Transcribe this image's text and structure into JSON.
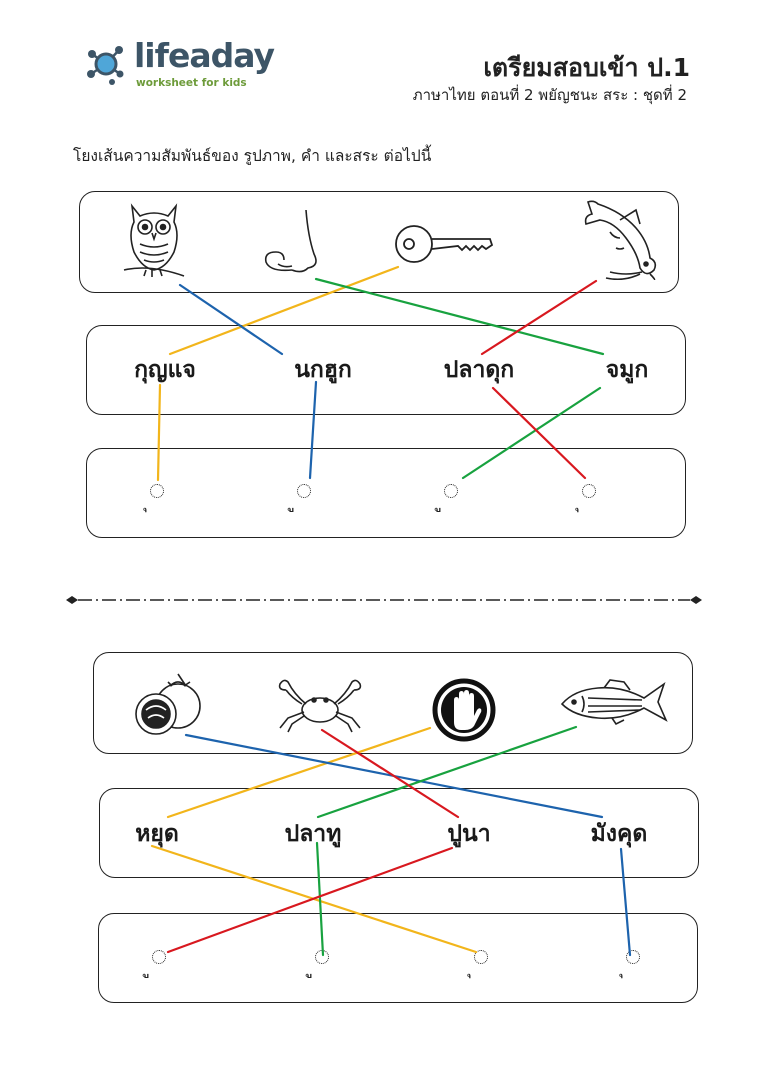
{
  "brand": {
    "logo_word_a": "lifea",
    "logo_word_b": "day",
    "tagline": "worksheet for kids"
  },
  "header": {
    "title": "เตรียมสอบเข้า ป.1",
    "subtitle": "ภาษาไทย ตอนที่ 2 พยัญชนะ สระ : ชุดที่ 2"
  },
  "instruction": "โยงเส้นความสัมพันธ์ของ รูปภาพ, คำ และสระ ต่อไปนี้",
  "colors": {
    "yellow": "#f2b51b",
    "blue": "#1d63ad",
    "green": "#18a23f",
    "red": "#d8181f"
  },
  "sections": [
    {
      "pictures": [
        {
          "icon": "owl-icon"
        },
        {
          "icon": "nose-icon"
        },
        {
          "icon": "key-icon"
        },
        {
          "icon": "catfish-icon"
        }
      ],
      "words": [
        "กุญแจ",
        "นกฮูก",
        "ปลาดุก",
        "จมูก"
      ],
      "vowels": [
        "ุ",
        "ู",
        "ู",
        "ุ"
      ],
      "links": [
        {
          "color": "yellow",
          "picture": 2,
          "word": 0,
          "vowel": 0
        },
        {
          "color": "blue",
          "picture": 0,
          "word": 1,
          "vowel": 1
        },
        {
          "color": "green",
          "picture": 1,
          "word": 3,
          "vowel": 2
        },
        {
          "color": "red",
          "picture": 3,
          "word": 2,
          "vowel": 3
        }
      ]
    },
    {
      "pictures": [
        {
          "icon": "mangosteen-icon"
        },
        {
          "icon": "crab-icon"
        },
        {
          "icon": "stop-hand-icon"
        },
        {
          "icon": "fish-icon"
        }
      ],
      "words": [
        "หยุด",
        "ปลาทู",
        "ปูนา",
        "มังคุด"
      ],
      "vowels": [
        "ู",
        "ู",
        "ุ",
        "ุ"
      ],
      "links": [
        {
          "color": "yellow",
          "picture": 2,
          "word": 0,
          "vowel": 2
        },
        {
          "color": "blue",
          "picture": 0,
          "word": 3,
          "vowel": 3
        },
        {
          "color": "green",
          "picture": 3,
          "word": 1,
          "vowel": 1
        },
        {
          "color": "red",
          "picture": 1,
          "word": 2,
          "vowel": 0
        }
      ]
    }
  ]
}
